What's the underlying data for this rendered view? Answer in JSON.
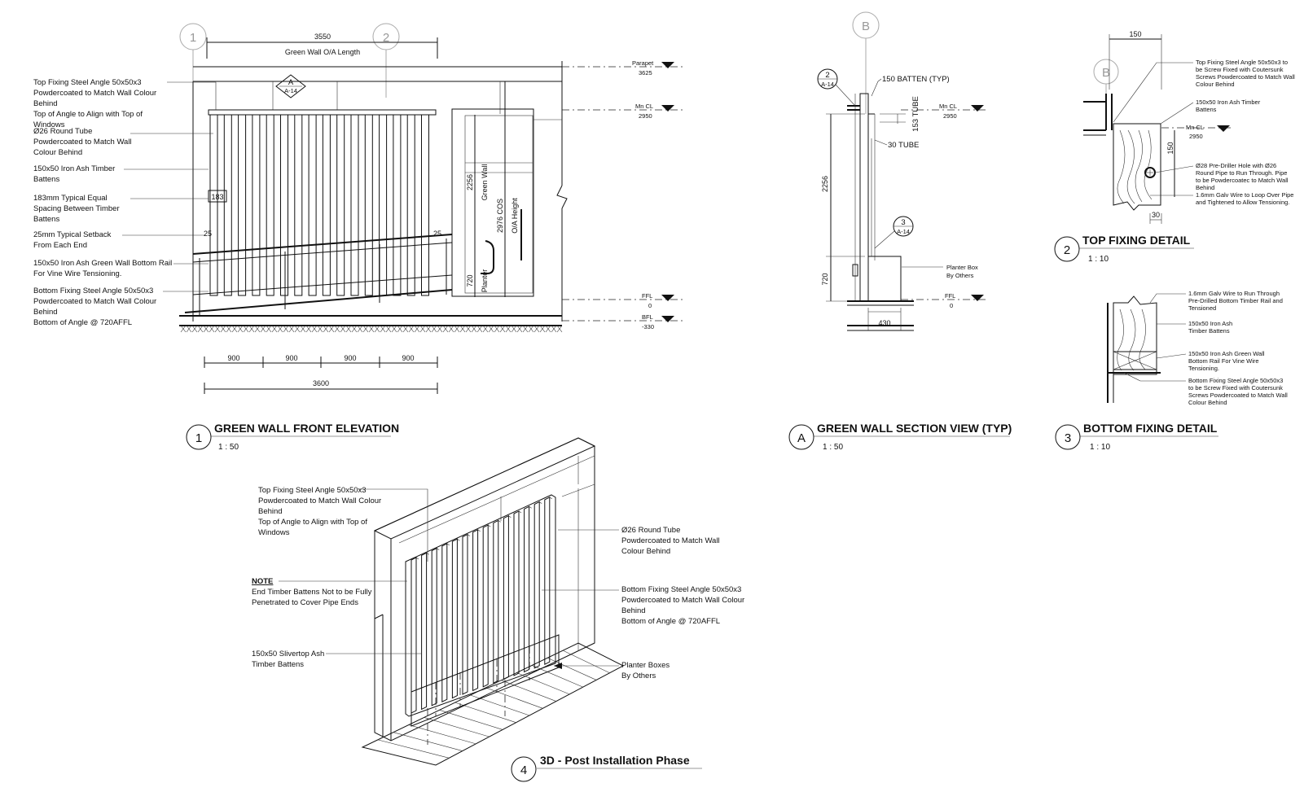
{
  "views": {
    "elevation": {
      "number": "1",
      "title": "GREEN WALL FRONT ELEVATION",
      "scale": "1 : 50",
      "grid_labels": [
        "1",
        "2"
      ],
      "section_marker": {
        "letter": "A",
        "sheet": "A-14"
      },
      "dims": {
        "overall": "3550",
        "overall_label": "Green Wall O/A Length",
        "spacing": "183",
        "setback_left": "25",
        "setback_right": "25",
        "modules": [
          "900",
          "900",
          "900",
          "900"
        ],
        "total": "3600",
        "green_wall_height": "2256",
        "green_wall_label": "Green Wall",
        "cos": "2976 COS",
        "oa_height": "O/A Height",
        "planter_height": "720",
        "planter_label": "Planter"
      },
      "levels": [
        {
          "name": "Parapet",
          "value": "3625"
        },
        {
          "name": "Mn CL",
          "value": "2950"
        },
        {
          "name": "FFL",
          "value": "0"
        },
        {
          "name": "BFL",
          "value": "-330"
        }
      ],
      "annotations": [
        {
          "lines": [
            "Top Fixing Steel Angle 50x50x3",
            "Powdercoated to Match Wall Colour",
            "Behind",
            "Top of Angle to Align with Top of",
            "Windows"
          ]
        },
        {
          "lines": [
            "Ø26 Round Tube",
            "Powdercoated to Match Wall",
            "Colour Behind"
          ]
        },
        {
          "lines": [
            "150x50 Iron Ash Timber",
            "Battens"
          ]
        },
        {
          "lines": [
            "183mm Typical Equal",
            "Spacing Between Timber",
            "Battens"
          ]
        },
        {
          "lines": [
            "25mm Typical Setback",
            "From Each End"
          ]
        },
        {
          "lines": [
            "150x50 Iron Ash Green Wall Bottom Rail",
            "For Vine Wire Tensioning."
          ]
        },
        {
          "lines": [
            "Bottom Fixing Steel Angle 50x50x3",
            "Powdercoated to Match Wall Colour",
            "Behind",
            "Bottom of Angle @ 720AFFL"
          ]
        }
      ]
    },
    "section": {
      "letter": "A",
      "title": "GREEN WALL SECTION VIEW (TYP)",
      "scale": "1 : 50",
      "grid_label": "B",
      "callouts": [
        {
          "number": "2",
          "sheet": "A-14"
        },
        {
          "number": "3",
          "sheet": "A-14"
        }
      ],
      "labels": {
        "batten": "150 BATTEN (TYP)",
        "tube153": "153 TUBE",
        "tube30": "30 TUBE",
        "height": "2256",
        "planter_height": "720",
        "base": "430",
        "planter_line1": "Planter Box",
        "planter_line2": "By Others"
      },
      "levels": [
        {
          "name": "Mn CL",
          "value": "2950"
        },
        {
          "name": "FFL",
          "value": "0"
        }
      ]
    },
    "top_detail": {
      "number": "2",
      "title": "TOP FIXING DETAIL",
      "scale": "1 : 10",
      "grid_label": "B",
      "dims": {
        "width": "150",
        "height": "150",
        "offset": "30"
      },
      "level": {
        "name": "Mn CL",
        "value": "2950"
      },
      "annotations": [
        {
          "lines": [
            "Top Fixing Steel Angle 50x50x3 to",
            "be Screw Fixed with Coutersunk",
            "Screws Powdercoated to Match Wall",
            "Colour Behind"
          ]
        },
        {
          "lines": [
            "150x50 Iron Ash Timber",
            "Battens"
          ]
        },
        {
          "lines": [
            "Ø28 Pre-Driller Hole with Ø26",
            "Round Pipe to Run Through. Pipe",
            "to be Powdercoatec to Match Wall",
            "Behind",
            "1.6mm Galv Wire to Loop Over Pipe",
            "and Tightened to Allow Tensioning."
          ]
        }
      ]
    },
    "bottom_detail": {
      "number": "3",
      "title": "BOTTOM FIXING DETAIL",
      "scale": "1 : 10",
      "annotations": [
        {
          "lines": [
            "1.6mm Galv Wire to Run Through",
            "Pre-Drilled Bottom Timber Rail and",
            "Tensioned"
          ]
        },
        {
          "lines": [
            "150x50 Iron Ash",
            "Timber Battens"
          ]
        },
        {
          "lines": [
            "150x50 Iron Ash Green Wall",
            "Bottom Rail For Vine Wire",
            "Tensioning."
          ]
        },
        {
          "lines": [
            "Bottom Fixing Steel Angle 50x50x3",
            "to be Screw Fixed with Coutersunk",
            "Screws Powdercoated to Match Wall",
            "Colour Behind"
          ]
        }
      ]
    },
    "iso": {
      "number": "4",
      "title": "3D - Post Installation Phase",
      "annotations": [
        {
          "lines": [
            "Top Fixing Steel Angle 50x50x3",
            "Powdercoated to Match Wall Colour",
            "Behind",
            "Top of Angle to Align with Top of",
            "Windows"
          ]
        },
        {
          "lines": [
            "NOTE",
            "End Timber Battens Not to be Fully",
            "Penetrated to Cover Pipe Ends"
          ]
        },
        {
          "lines": [
            "150x50 Slivertop Ash",
            "Timber Battens"
          ]
        },
        {
          "lines": [
            "Ø26 Round Tube",
            "Powdercoated to Match Wall",
            "Colour Behind"
          ]
        },
        {
          "lines": [
            "Bottom Fixing Steel Angle 50x50x3",
            "Powdercoated to Match Wall Colour",
            "Behind",
            "Bottom of Angle @ 720AFFL"
          ]
        },
        {
          "lines": [
            "Planter Boxes",
            "By Others"
          ]
        }
      ]
    }
  }
}
